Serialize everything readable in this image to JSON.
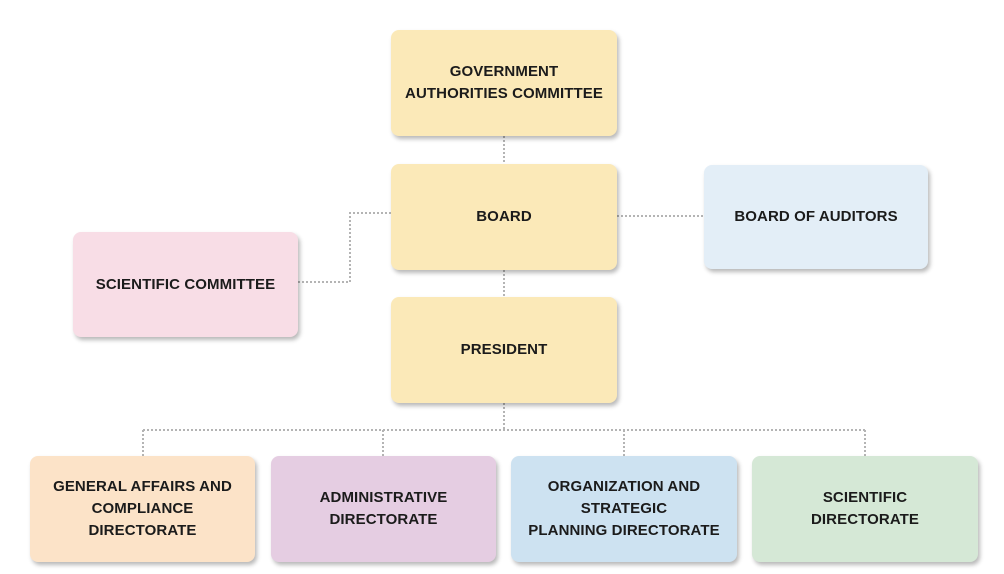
{
  "diagram": {
    "nodes": {
      "government_authorities_committee": {
        "label": "GOVERNMENT\nAUTHORITIES COMMITTEE",
        "color": "#fbe9b8"
      },
      "board": {
        "label": "BOARD",
        "color": "#fbe9b8"
      },
      "board_of_auditors": {
        "label": "BOARD OF AUDITORS",
        "color": "#e3eef7"
      },
      "scientific_committee": {
        "label": "SCIENTIFIC COMMITTEE",
        "color": "#f8dde6"
      },
      "president": {
        "label": "PRESIDENT",
        "color": "#fbe9b8"
      },
      "general_affairs_directorate": {
        "label": "GENERAL AFFAIRS AND\nCOMPLIANCE DIRECTORATE",
        "color": "#fce3c8"
      },
      "administrative_directorate": {
        "label": "ADMINISTRATIVE\nDIRECTORATE",
        "color": "#e5cde2"
      },
      "organization_strategic_planning_directorate": {
        "label": "ORGANIZATION AND STRATEGIC\nPLANNING DIRECTORATE",
        "color": "#cde2f1"
      },
      "scientific_directorate": {
        "label": "SCIENTIFIC\nDIRECTORATE",
        "color": "#d5e8d6"
      }
    },
    "edges": [
      [
        "government_authorities_committee",
        "board"
      ],
      [
        "board",
        "board_of_auditors"
      ],
      [
        "board",
        "scientific_committee"
      ],
      [
        "board",
        "president"
      ],
      [
        "president",
        "general_affairs_directorate"
      ],
      [
        "president",
        "administrative_directorate"
      ],
      [
        "president",
        "organization_strategic_planning_directorate"
      ],
      [
        "president",
        "scientific_directorate"
      ]
    ],
    "connector_color": "#b4b4b4"
  }
}
